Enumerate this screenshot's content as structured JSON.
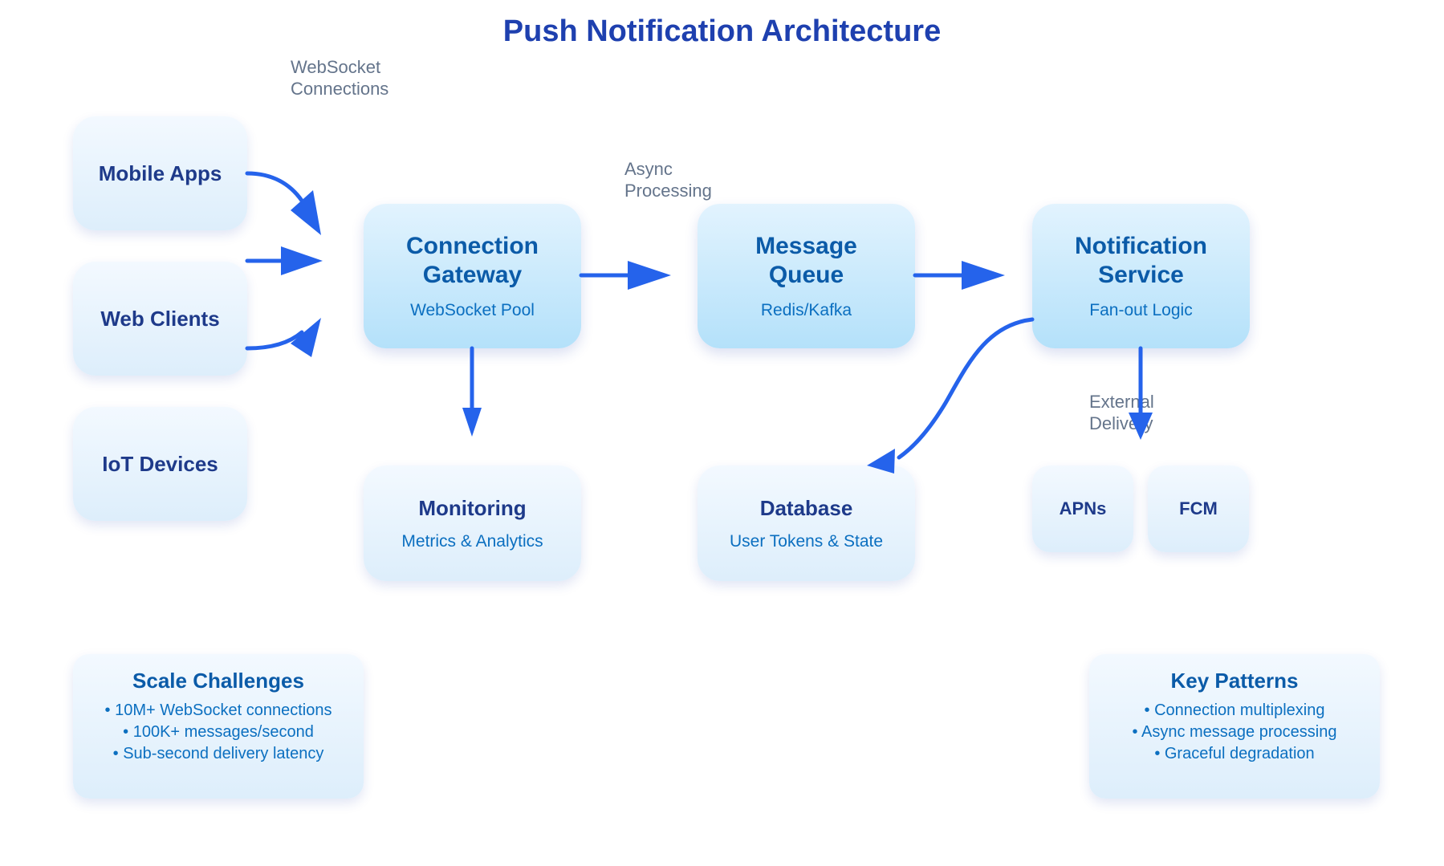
{
  "title": "Push Notification Architecture",
  "labels": {
    "websocket": [
      "WebSocket",
      "Connections"
    ],
    "async": [
      "Async",
      "Processing"
    ],
    "external": [
      "External",
      "Delivery"
    ]
  },
  "clients": [
    {
      "name": "Mobile Apps"
    },
    {
      "name": "Web Clients"
    },
    {
      "name": "IoT Devices"
    }
  ],
  "core": [
    {
      "name_lines": [
        "Connection",
        "Gateway"
      ],
      "subtitle": "WebSocket Pool"
    },
    {
      "name_lines": [
        "Message",
        "Queue"
      ],
      "subtitle": "Redis/Kafka"
    },
    {
      "name_lines": [
        "Notification",
        "Service"
      ],
      "subtitle": "Fan-out Logic"
    }
  ],
  "secondary": [
    {
      "name": "Monitoring",
      "subtitle": "Metrics & Analytics"
    },
    {
      "name": "Database",
      "subtitle": "User Tokens & State"
    }
  ],
  "providers": [
    {
      "name": "APNs"
    },
    {
      "name": "FCM"
    }
  ],
  "scale_challenges": {
    "title": "Scale Challenges",
    "items": [
      "• 10M+ WebSocket connections",
      "• 100K+ messages/second",
      "• Sub-second delivery latency"
    ]
  },
  "key_patterns": {
    "title": "Key Patterns",
    "items": [
      "• Connection multiplexing",
      "• Async message processing",
      "• Graceful degradation"
    ]
  },
  "colors": {
    "arrow": "#2563eb",
    "title": "#1e40af",
    "label": "#64748b"
  }
}
